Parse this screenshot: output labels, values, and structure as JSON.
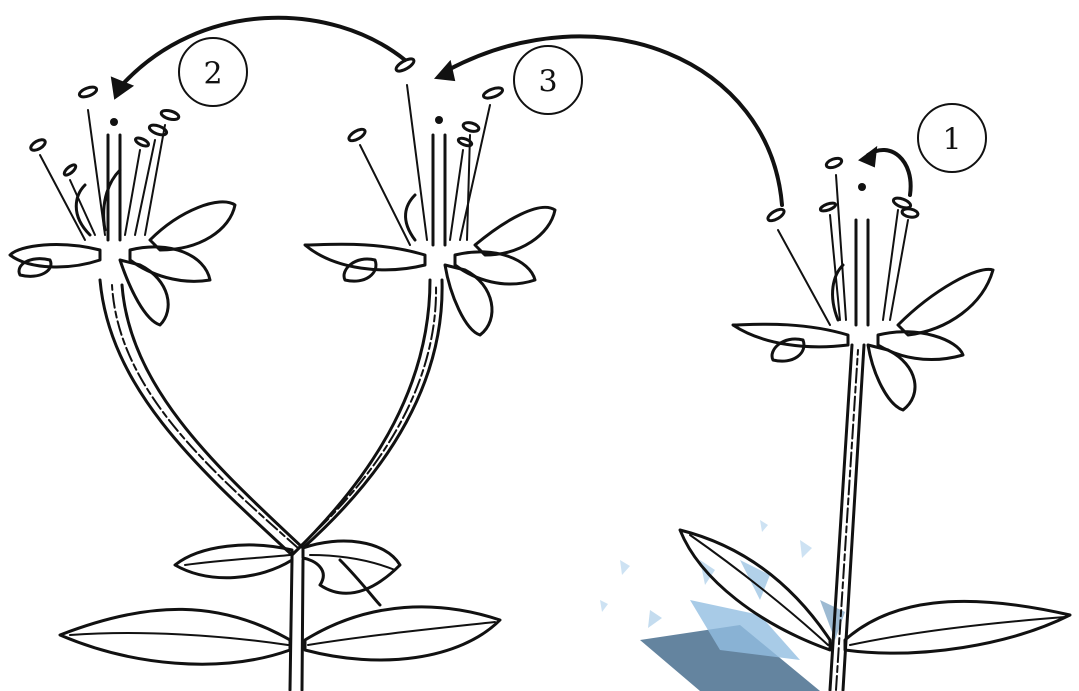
{
  "labels": {
    "step1": "1",
    "step2": "2",
    "step3": "3"
  },
  "colors": {
    "ink": "#111111",
    "background": "#ffffff",
    "watermark_dark": "#4a6f8f",
    "watermark_light": "#7fb3dc"
  }
}
